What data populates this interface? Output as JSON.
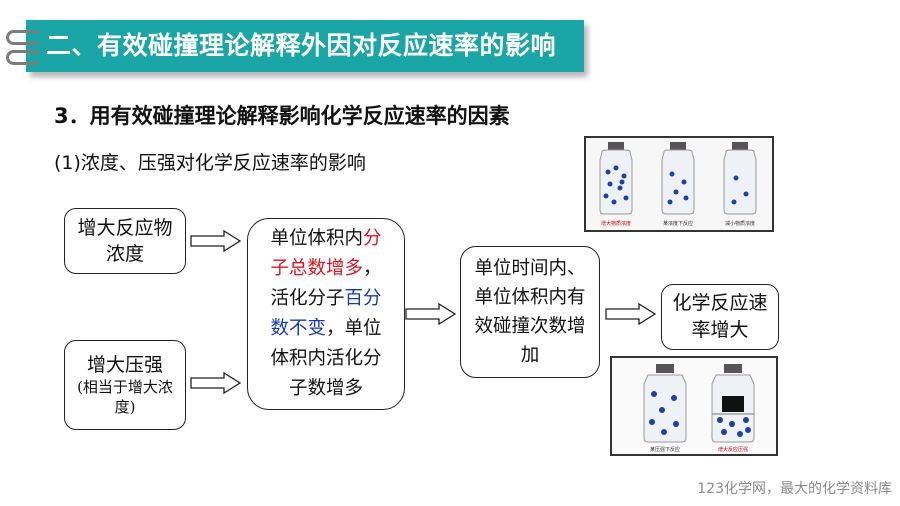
{
  "banner": {
    "title": "二、有效碰撞理论解释外因对反应速率的影响"
  },
  "section": {
    "title": "3．用有效碰撞理论解释影响化学反应速率的因素",
    "subtitle": "(1)浓度、压强对化学反应速率的影响"
  },
  "flow": {
    "increase_concentration": "增大反应物浓度",
    "increase_pressure": "增大压强",
    "pressure_note": "(相当于增大浓度)",
    "middle": {
      "part1": "单位体积内",
      "part2_red": "分子总数增多",
      "part3": "，活化分子",
      "part4_blue": "百分数不变",
      "part5": "，单位体积内活化分子数增多"
    },
    "right": "单位时间内、单位体积内有效碰撞次数增加",
    "result": "化学反应速率增大"
  },
  "photos": {
    "top_labels": [
      "增大物质浓度",
      "某浓度下反应",
      "减小物质浓度"
    ],
    "bottom_labels": [
      "某压强下反应",
      "增大反应压强"
    ]
  },
  "colors": {
    "banner": "#1aa6a7",
    "red": "#e0141e",
    "blue": "#1a37b8"
  },
  "footer": "123化学网，最大的化学资料库"
}
